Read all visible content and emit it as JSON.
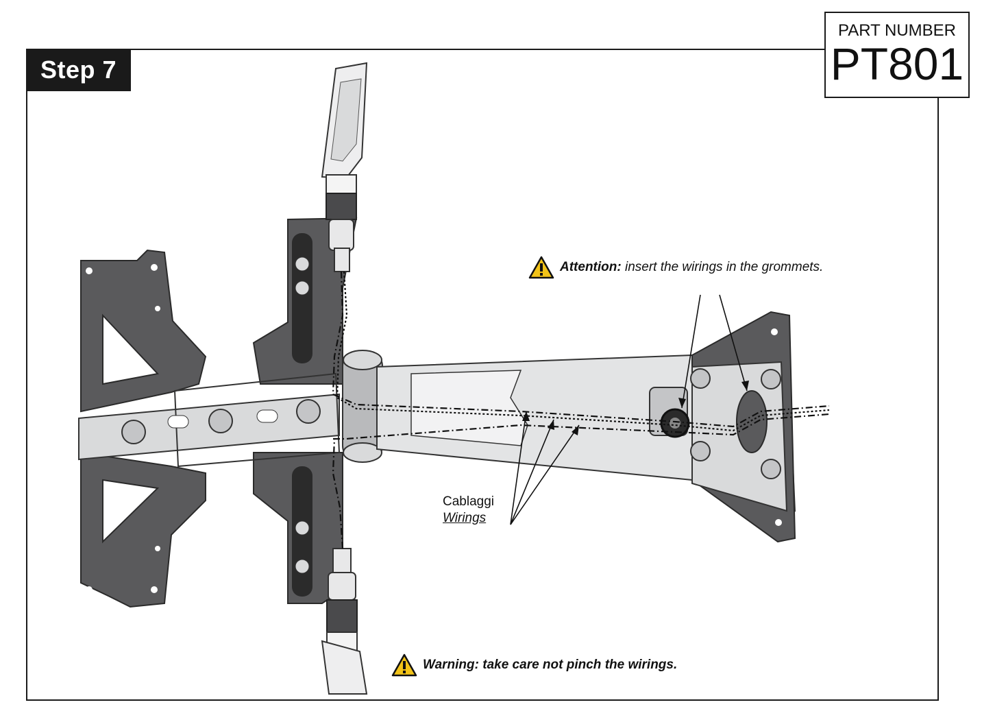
{
  "header": {
    "step_label": "Step 7",
    "part_number_label": "PART NUMBER",
    "part_number_value": "PT801"
  },
  "callouts": {
    "attention_title": "Attention:",
    "attention_text": " insert the wirings in the grommets.",
    "warning_text": "Warning: take care not pinch the wirings.",
    "wirings_it": "Cablaggi",
    "wirings_en": "Wirings"
  },
  "colors": {
    "frame": "#1a1a1a",
    "plate_dark": "#5a5a5c",
    "metal_light": "#d9dadb",
    "warning_yellow": "#f2c318"
  },
  "icons": [
    "warning-triangle-icon"
  ]
}
